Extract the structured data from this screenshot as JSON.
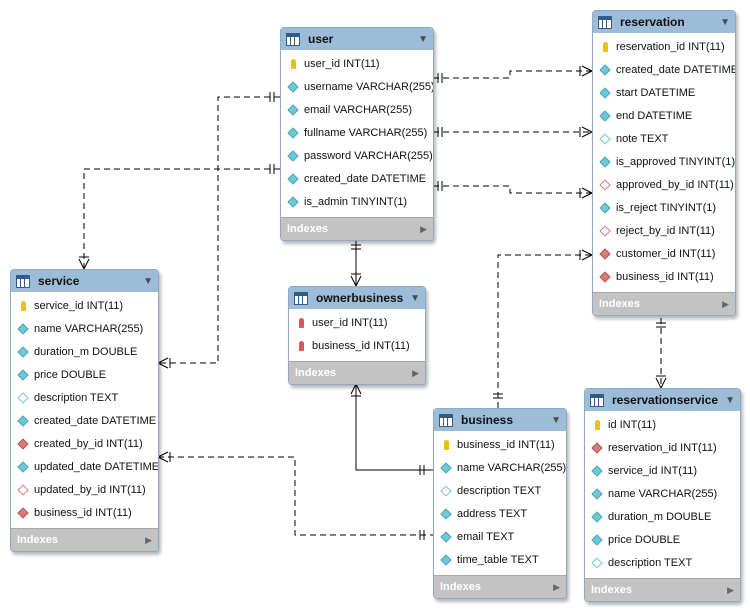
{
  "colors": {
    "header": "#9dbcd8",
    "indexes_bar": "#c3c3c3",
    "line": "#000000"
  },
  "tables": {
    "user": {
      "name": "user",
      "indexes": "Indexes",
      "columns": [
        {
          "text": "user_id INT(11)",
          "icon": "pk-key-icon"
        },
        {
          "text": "username VARCHAR(255)",
          "icon": "column-icon"
        },
        {
          "text": "email VARCHAR(255)",
          "icon": "column-icon"
        },
        {
          "text": "fullname VARCHAR(255)",
          "icon": "column-icon"
        },
        {
          "text": "password VARCHAR(255)",
          "icon": "column-icon"
        },
        {
          "text": "created_date DATETIME",
          "icon": "column-icon"
        },
        {
          "text": "is_admin TINYINT(1)",
          "icon": "column-icon"
        }
      ]
    },
    "reservation": {
      "name": "reservation",
      "indexes": "Indexes",
      "columns": [
        {
          "text": "reservation_id INT(11)",
          "icon": "pk-key-icon"
        },
        {
          "text": "created_date DATETIME",
          "icon": "column-icon"
        },
        {
          "text": "start DATETIME",
          "icon": "column-icon"
        },
        {
          "text": "end DATETIME",
          "icon": "column-icon"
        },
        {
          "text": "note TEXT",
          "icon": "nullable-column-icon"
        },
        {
          "text": "is_approved TINYINT(1)",
          "icon": "column-icon"
        },
        {
          "text": "approved_by_id INT(11)",
          "icon": "nullable-fk-icon"
        },
        {
          "text": "is_reject TINYINT(1)",
          "icon": "column-icon"
        },
        {
          "text": "reject_by_id INT(11)",
          "icon": "nullable-fk-icon"
        },
        {
          "text": "customer_id INT(11)",
          "icon": "fk-icon"
        },
        {
          "text": "business_id INT(11)",
          "icon": "fk-icon"
        }
      ]
    },
    "service": {
      "name": "service",
      "indexes": "Indexes",
      "columns": [
        {
          "text": "service_id INT(11)",
          "icon": "pk-key-icon"
        },
        {
          "text": "name VARCHAR(255)",
          "icon": "column-icon"
        },
        {
          "text": "duration_m DOUBLE",
          "icon": "column-icon"
        },
        {
          "text": "price DOUBLE",
          "icon": "column-icon"
        },
        {
          "text": "description TEXT",
          "icon": "nullable-column-icon"
        },
        {
          "text": "created_date DATETIME",
          "icon": "column-icon"
        },
        {
          "text": "created_by_id INT(11)",
          "icon": "fk-icon"
        },
        {
          "text": "updated_date DATETIME",
          "icon": "column-icon"
        },
        {
          "text": "updated_by_id INT(11)",
          "icon": "nullable-fk-icon"
        },
        {
          "text": "business_id INT(11)",
          "icon": "fk-icon"
        }
      ]
    },
    "ownerbusiness": {
      "name": "ownerbusiness",
      "indexes": "Indexes",
      "columns": [
        {
          "text": "user_id INT(11)",
          "icon": "fk-key-icon"
        },
        {
          "text": "business_id INT(11)",
          "icon": "fk-key-icon"
        }
      ]
    },
    "business": {
      "name": "business",
      "indexes": "Indexes",
      "columns": [
        {
          "text": "business_id INT(11)",
          "icon": "pk-key-icon"
        },
        {
          "text": "name VARCHAR(255)",
          "icon": "column-icon"
        },
        {
          "text": "description TEXT",
          "icon": "nullable-column-icon"
        },
        {
          "text": "address TEXT",
          "icon": "column-icon"
        },
        {
          "text": "email TEXT",
          "icon": "column-icon"
        },
        {
          "text": "time_table TEXT",
          "icon": "column-icon"
        }
      ]
    },
    "reservationservice": {
      "name": "reservationservice",
      "indexes": "Indexes",
      "columns": [
        {
          "text": "id INT(11)",
          "icon": "pk-key-icon"
        },
        {
          "text": "reservation_id INT(11)",
          "icon": "fk-icon"
        },
        {
          "text": "service_id INT(11)",
          "icon": "column-icon"
        },
        {
          "text": "name VARCHAR(255)",
          "icon": "column-icon"
        },
        {
          "text": "duration_m DOUBLE",
          "icon": "column-icon"
        },
        {
          "text": "price DOUBLE",
          "icon": "column-icon"
        },
        {
          "text": "description TEXT",
          "icon": "nullable-column-icon"
        }
      ]
    }
  }
}
